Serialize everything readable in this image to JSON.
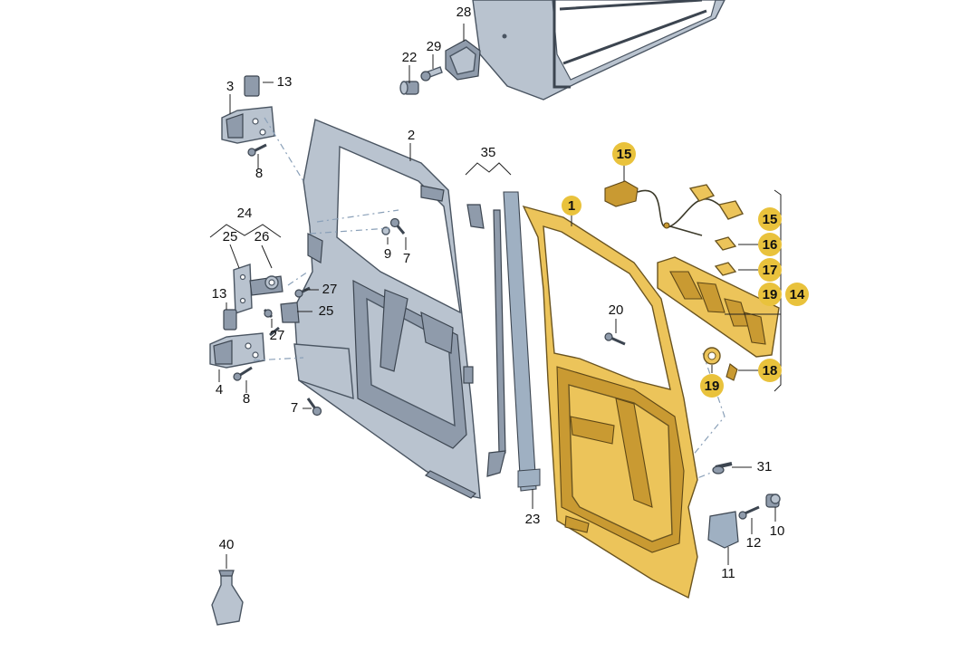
{
  "colors": {
    "highlight_badge": "#e9c23c",
    "new_door_panel": "#ecc45a",
    "grey_parts": "#b9c3cf"
  },
  "callouts": [
    {
      "id": "c28",
      "text": "28",
      "highlighted": false
    },
    {
      "id": "c22",
      "text": "22",
      "highlighted": false
    },
    {
      "id": "c29",
      "text": "29",
      "highlighted": false
    },
    {
      "id": "c3",
      "text": "3",
      "highlighted": false
    },
    {
      "id": "c13a",
      "text": "13",
      "highlighted": false
    },
    {
      "id": "c8a",
      "text": "8",
      "highlighted": false
    },
    {
      "id": "c2",
      "text": "2",
      "highlighted": false
    },
    {
      "id": "c35",
      "text": "35",
      "highlighted": false
    },
    {
      "id": "c15a",
      "text": "15",
      "highlighted": true
    },
    {
      "id": "c1",
      "text": "1",
      "highlighted": true
    },
    {
      "id": "c24",
      "text": "24",
      "highlighted": false
    },
    {
      "id": "c25a",
      "text": "25",
      "highlighted": false
    },
    {
      "id": "c26",
      "text": "26",
      "highlighted": false
    },
    {
      "id": "c9",
      "text": "9",
      "highlighted": false
    },
    {
      "id": "c7a",
      "text": "7",
      "highlighted": false
    },
    {
      "id": "c15b",
      "text": "15",
      "highlighted": true
    },
    {
      "id": "c16",
      "text": "16",
      "highlighted": true
    },
    {
      "id": "c17",
      "text": "17",
      "highlighted": true
    },
    {
      "id": "c19a",
      "text": "19",
      "highlighted": true
    },
    {
      "id": "c14",
      "text": "14",
      "highlighted": true
    },
    {
      "id": "c13b",
      "text": "13",
      "highlighted": false
    },
    {
      "id": "c27a",
      "text": "27",
      "highlighted": false
    },
    {
      "id": "c25b",
      "text": "25",
      "highlighted": false
    },
    {
      "id": "c20",
      "text": "20",
      "highlighted": false
    },
    {
      "id": "c27b",
      "text": "27",
      "highlighted": false
    },
    {
      "id": "c18",
      "text": "18",
      "highlighted": true
    },
    {
      "id": "c19b",
      "text": "19",
      "highlighted": true
    },
    {
      "id": "c4",
      "text": "4",
      "highlighted": false
    },
    {
      "id": "c8b",
      "text": "8",
      "highlighted": false
    },
    {
      "id": "c7b",
      "text": "7",
      "highlighted": false
    },
    {
      "id": "c31",
      "text": "31",
      "highlighted": false
    },
    {
      "id": "c23",
      "text": "23",
      "highlighted": false
    },
    {
      "id": "c10",
      "text": "10",
      "highlighted": false
    },
    {
      "id": "c12",
      "text": "12",
      "highlighted": false
    },
    {
      "id": "c11",
      "text": "11",
      "highlighted": false
    },
    {
      "id": "c40",
      "text": "40",
      "highlighted": false
    }
  ]
}
